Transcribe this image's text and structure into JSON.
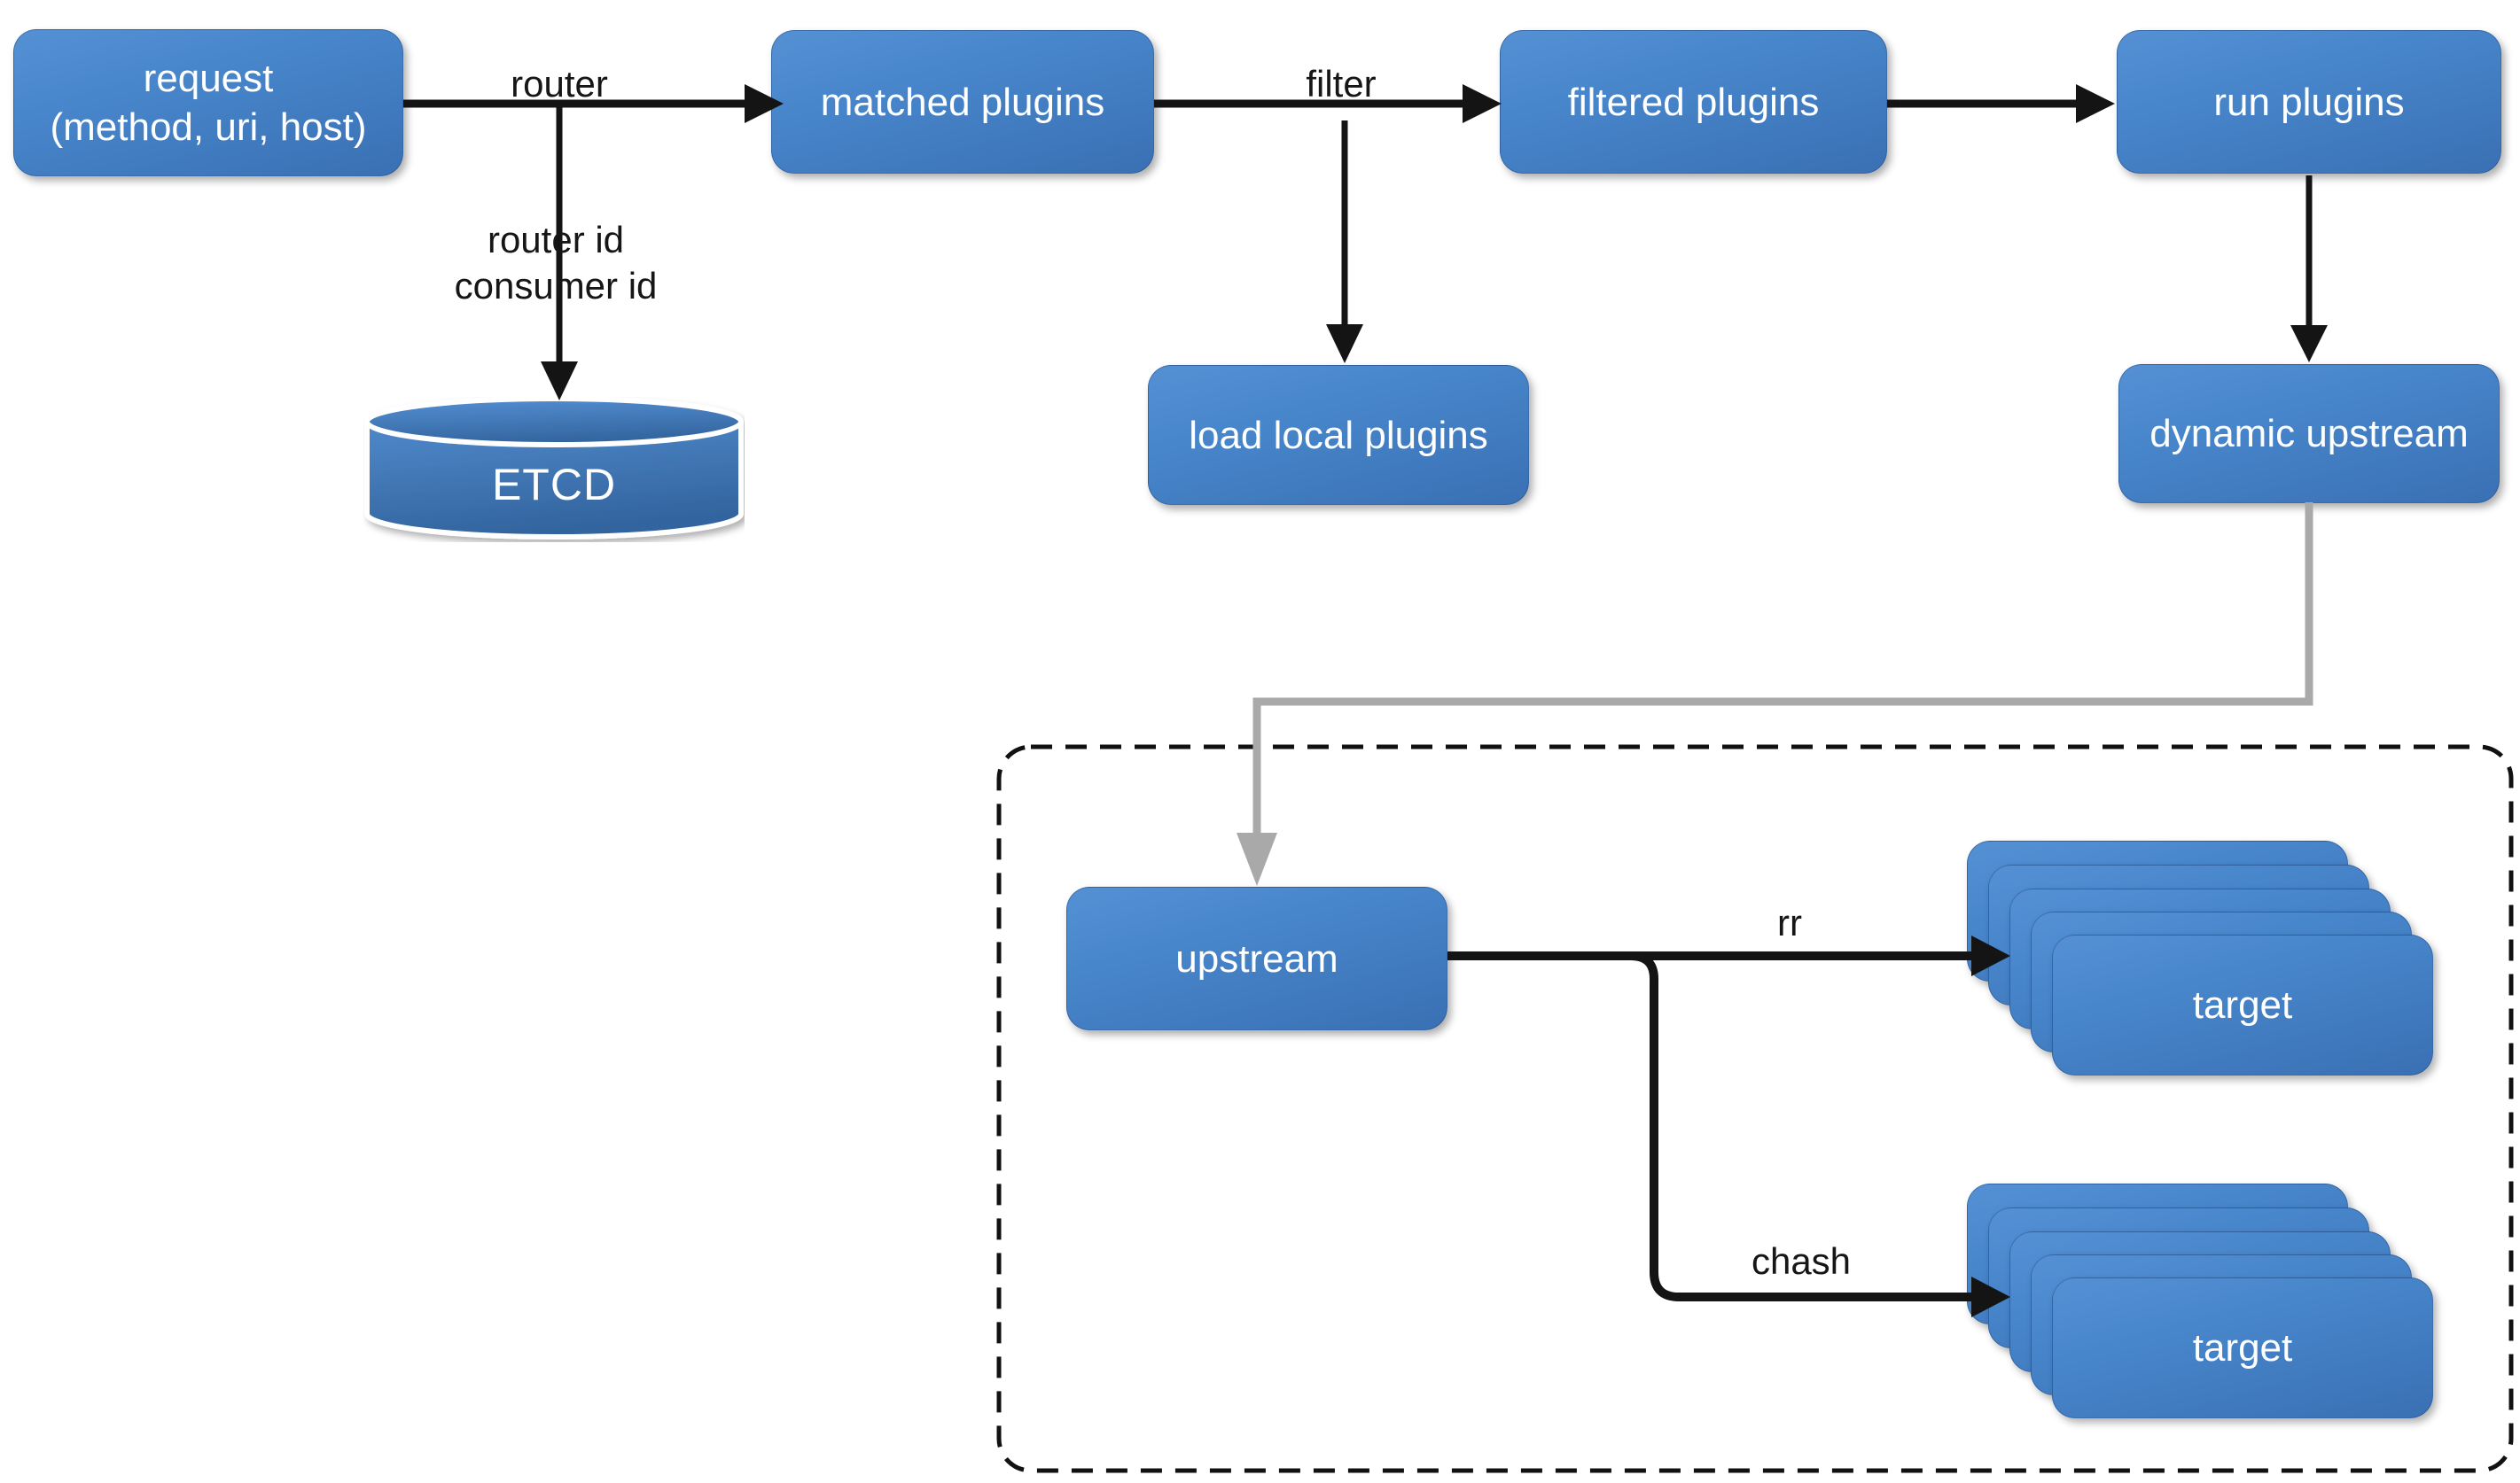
{
  "diagram": {
    "type": "flow-diagram",
    "background_color": "#ffffff",
    "colors": {
      "node_gradient_top": "#5590d4",
      "node_gradient_bottom": "#3a70b4",
      "node_text": "#ffffff",
      "arrow_black": "#141414",
      "arrow_gray": "#a9a9a9",
      "dashed_border": "#111111",
      "edge_label_text": "#161616"
    },
    "nodes": {
      "request": {
        "line1": "request",
        "line2": "(method, uri, host)"
      },
      "matched_plugins": {
        "label": "matched plugins"
      },
      "filtered_plugins": {
        "label": "filtered plugins"
      },
      "run_plugins": {
        "label": "run plugins"
      },
      "etcd": {
        "label": "ETCD"
      },
      "load_local_plugins": {
        "label": "load local plugins"
      },
      "dynamic_upstream": {
        "label": "dynamic upstream"
      },
      "upstream": {
        "label": "upstream"
      },
      "target_rr": {
        "label": "target",
        "stack_count": 5
      },
      "target_chash": {
        "label": "target",
        "stack_count": 5
      }
    },
    "edge_labels": {
      "router": "router",
      "router_id": "router id",
      "consumer_id": "consumer id",
      "filter": "filter",
      "rr": "rr",
      "chash": "chash"
    }
  }
}
